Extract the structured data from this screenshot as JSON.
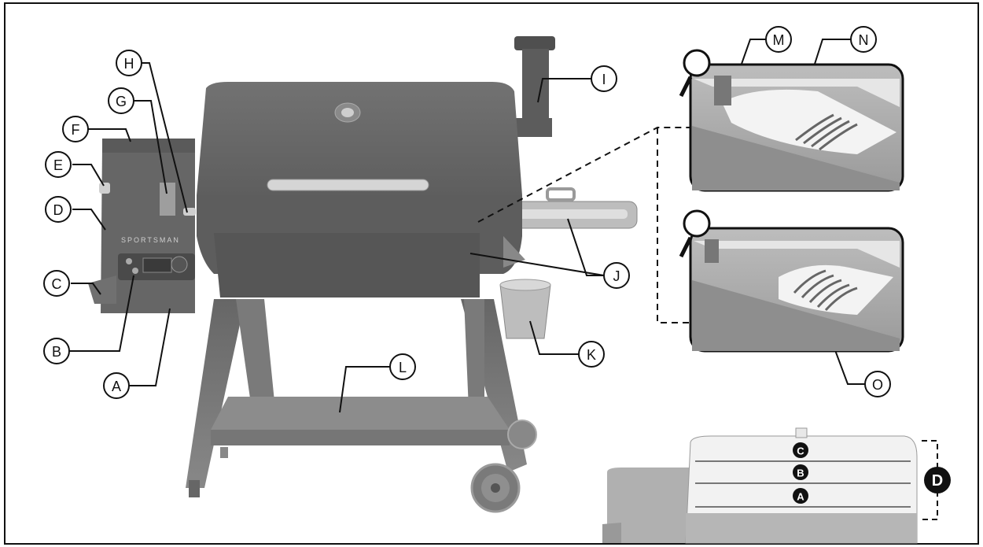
{
  "brand_text": "SPORTSMAN",
  "callouts": {
    "A": "A",
    "B": "B",
    "C": "C",
    "D": "D",
    "E": "E",
    "F": "F",
    "G": "G",
    "H": "H",
    "I": "I",
    "J": "J",
    "K": "K",
    "L": "L",
    "M": "M",
    "N": "N",
    "O": "O"
  },
  "rack_positions": {
    "C": "C",
    "B": "B",
    "A": "A",
    "D": "D"
  },
  "colors": {
    "grill_body": "#6b6b6b",
    "grill_dark": "#575757",
    "leader": "#111111",
    "inset_border": "#111111"
  },
  "icons": [
    "magnifier-icon"
  ]
}
